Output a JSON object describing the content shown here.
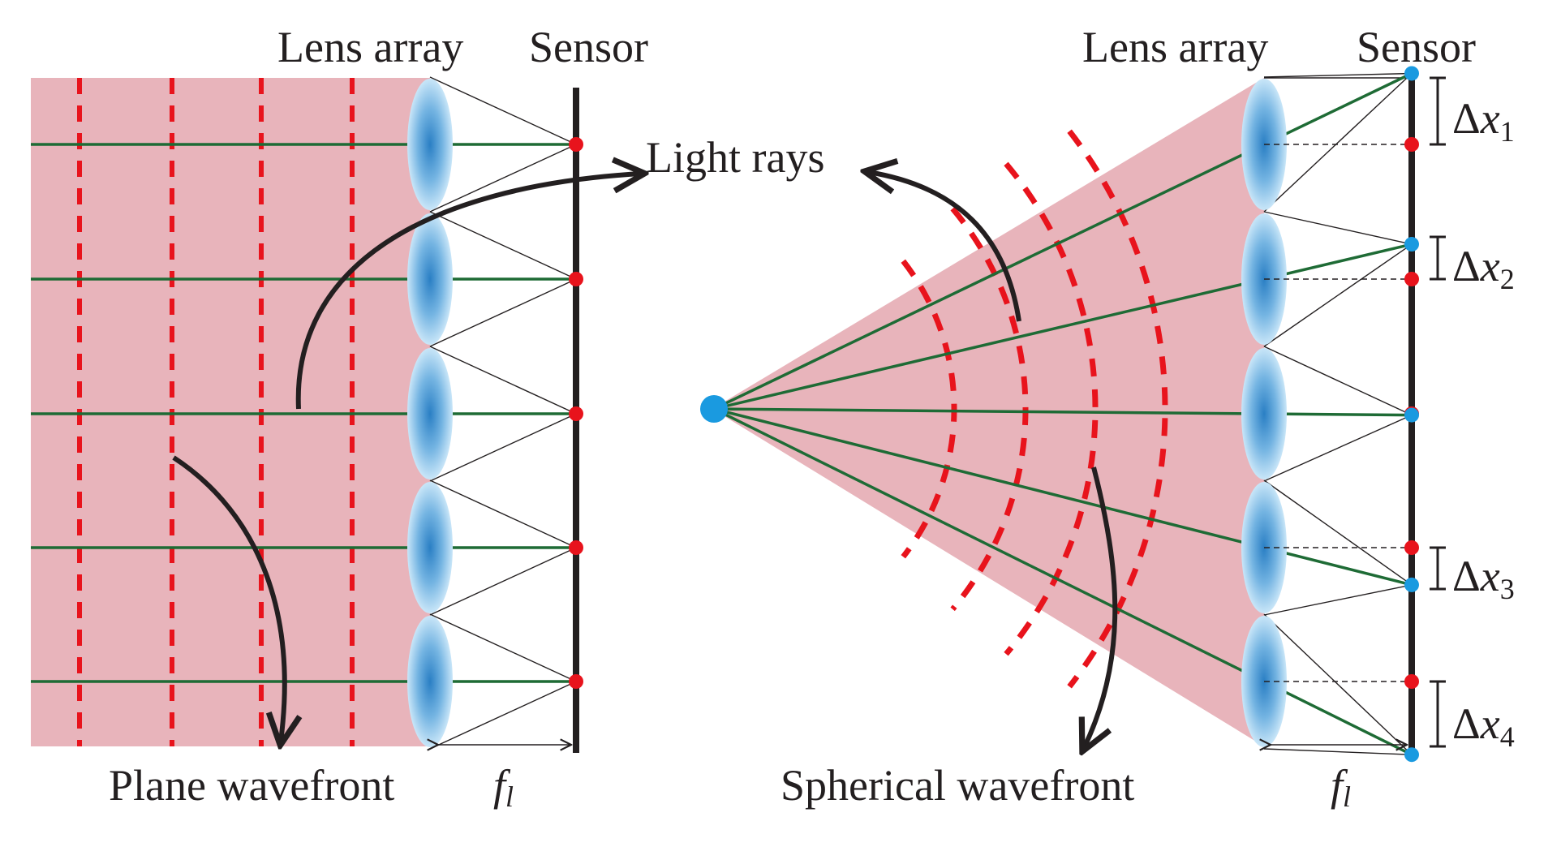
{
  "colors": {
    "beam": "#e8b4bb",
    "wavefront": "#e8131c",
    "ray": "#1e6b35",
    "spot": "#e8131c",
    "point_source": "#1a9ae0",
    "sensor": "#231f20",
    "text": "#231f20"
  },
  "left_panel": {
    "lens_label": "Lens array",
    "sensor_label": "Sensor",
    "wavefront_label": "Plane wavefront",
    "focal_symbol": "f",
    "focal_subscript": "l",
    "lens_count": 5
  },
  "middle": {
    "rays_label": "Light rays"
  },
  "right_panel": {
    "lens_label": "Lens array",
    "sensor_label": "Sensor",
    "wavefront_label": "Spherical wavefront",
    "focal_symbol": "f",
    "focal_subscript": "l",
    "lens_count": 5,
    "displacements": [
      {
        "symbol": "Δx",
        "subscript": "1"
      },
      {
        "symbol": "Δx",
        "subscript": "2"
      },
      {
        "symbol": "Δx",
        "subscript": "3"
      },
      {
        "symbol": "Δx",
        "subscript": "4"
      }
    ]
  }
}
